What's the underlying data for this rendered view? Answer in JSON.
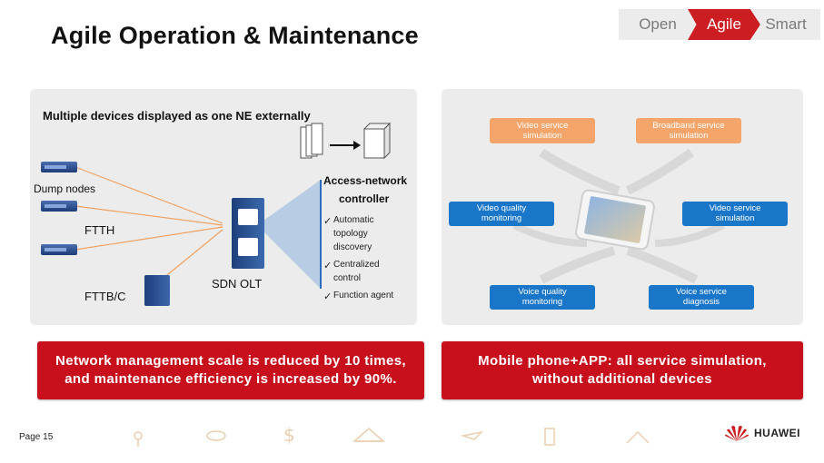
{
  "title": "Agile Operation & Maintenance",
  "steps": [
    "Open",
    "Agile",
    "Smart"
  ],
  "left_panel": {
    "heading": "Multiple devices displayed as one NE externally",
    "dump_nodes": "Dump nodes",
    "ftth": "FTTH",
    "fttb": "FTTB/C",
    "sdn_olt": "SDN OLT",
    "controller_line1": "Access-network",
    "controller_line2": "controller",
    "features": [
      [
        "Automatic",
        "topology",
        "discovery"
      ],
      [
        "Centralized",
        "control"
      ],
      [
        "Function agent"
      ]
    ]
  },
  "right_panel": {
    "video_sim_top": [
      "Video service",
      "simulation"
    ],
    "broadband_sim": [
      "Broadband service",
      "simulation"
    ],
    "video_quality": [
      "Video quality",
      "monitoring"
    ],
    "video_sim_right": [
      "Video service",
      "simulation"
    ],
    "voice_quality": [
      "Voice quality",
      "monitoring"
    ],
    "voice_diag": [
      "Voice service",
      "diagnosis"
    ]
  },
  "banners": {
    "left": [
      "Network management scale is reduced by 10 times,",
      "and maintenance efficiency is increased by 90%."
    ],
    "right": [
      "Mobile phone+APP: all service simulation,",
      "without additional devices"
    ]
  },
  "footer": {
    "page": "Page 15",
    "brand": "HUAWEI"
  },
  "colors": {
    "accent": "#cc1e22",
    "orange": "#f5a46a",
    "blue": "#1976c8"
  }
}
